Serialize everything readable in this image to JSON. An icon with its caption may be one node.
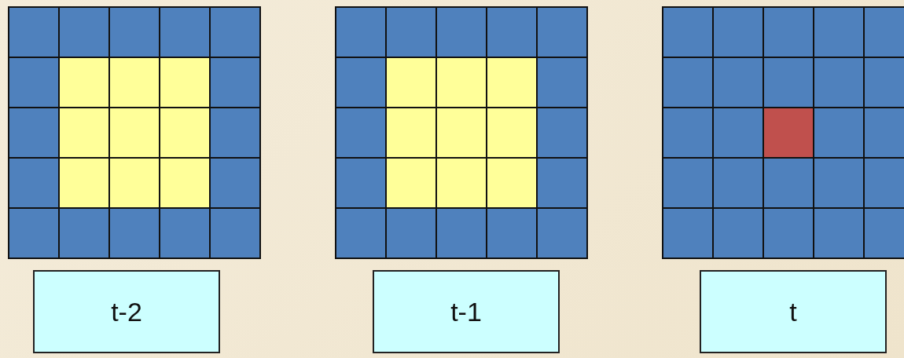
{
  "diagram": {
    "nodes": [
      {
        "text": [
          "t-2"
        ]
      },
      {
        "text": [
          "t-1"
        ]
      },
      {
        "text": [
          "t"
        ]
      }
    ]
  }
}
